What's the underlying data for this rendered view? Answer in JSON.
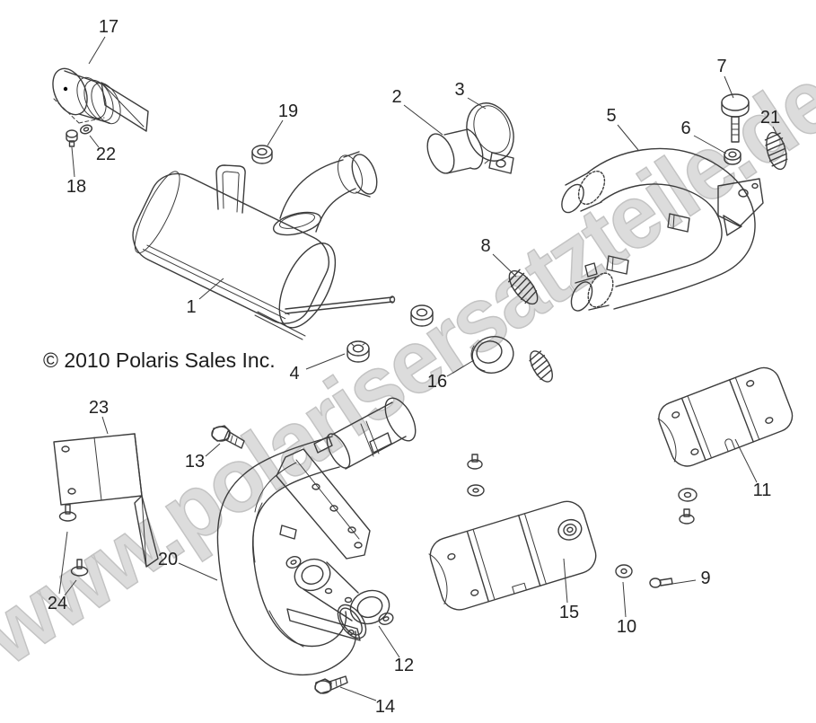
{
  "diagram": {
    "type": "exploded-parts-diagram",
    "background_color": "#ffffff",
    "line_color": "#3c3c3c",
    "label_color": "#222222",
    "copyright": "© 2010 Polaris Sales Inc.",
    "watermark": {
      "text": "www.polarisersatzteile.de",
      "fill_color": "#dcdcdc",
      "outline_color": "#c3c3c3"
    },
    "callouts": [
      {
        "label": "1"
      },
      {
        "label": "2"
      },
      {
        "label": "3"
      },
      {
        "label": "4"
      },
      {
        "label": "5"
      },
      {
        "label": "6"
      },
      {
        "label": "7"
      },
      {
        "label": "8"
      },
      {
        "label": "9"
      },
      {
        "label": "10"
      },
      {
        "label": "11"
      },
      {
        "label": "12"
      },
      {
        "label": "13"
      },
      {
        "label": "14"
      },
      {
        "label": "15"
      },
      {
        "label": "16"
      },
      {
        "label": "17"
      },
      {
        "label": "18"
      },
      {
        "label": "19"
      },
      {
        "label": "20"
      },
      {
        "label": "21"
      },
      {
        "label": "22"
      },
      {
        "label": "23"
      },
      {
        "label": "24"
      }
    ]
  }
}
